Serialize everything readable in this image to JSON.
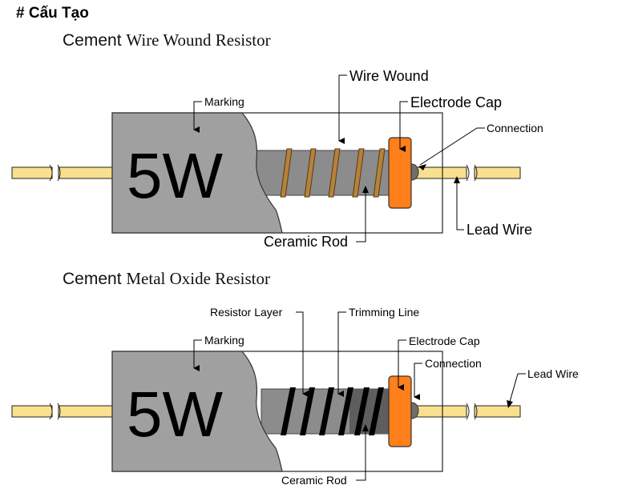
{
  "heading": "# Cấu Tạo",
  "diagram1": {
    "title_a": "Cement",
    "title_b": "Wire Wound Resistor",
    "marking_text": "5W",
    "labels": {
      "marking": "Marking",
      "wire_wound": "Wire Wound",
      "electrode_cap": "Electrode Cap",
      "connection": "Connection",
      "lead_wire": "Lead Wire",
      "ceramic_rod": "Ceramic Rod"
    }
  },
  "diagram2": {
    "title_a": "Cement",
    "title_b": "Metal Oxide Resistor",
    "marking_text": "5W",
    "labels": {
      "resistor_layer": "Resistor Layer",
      "trimming_line": "Trimming Line",
      "marking": "Marking",
      "electrode_cap": "Electrode Cap",
      "connection": "Connection",
      "lead_wire": "Lead Wire",
      "ceramic_rod": "Ceramic Rod"
    }
  },
  "colors": {
    "lead": "#f8e08e",
    "cap": "#ff7f1a",
    "body": "#a0a0a0",
    "rod": "#8c8c8c",
    "winding": "#b5823c"
  }
}
